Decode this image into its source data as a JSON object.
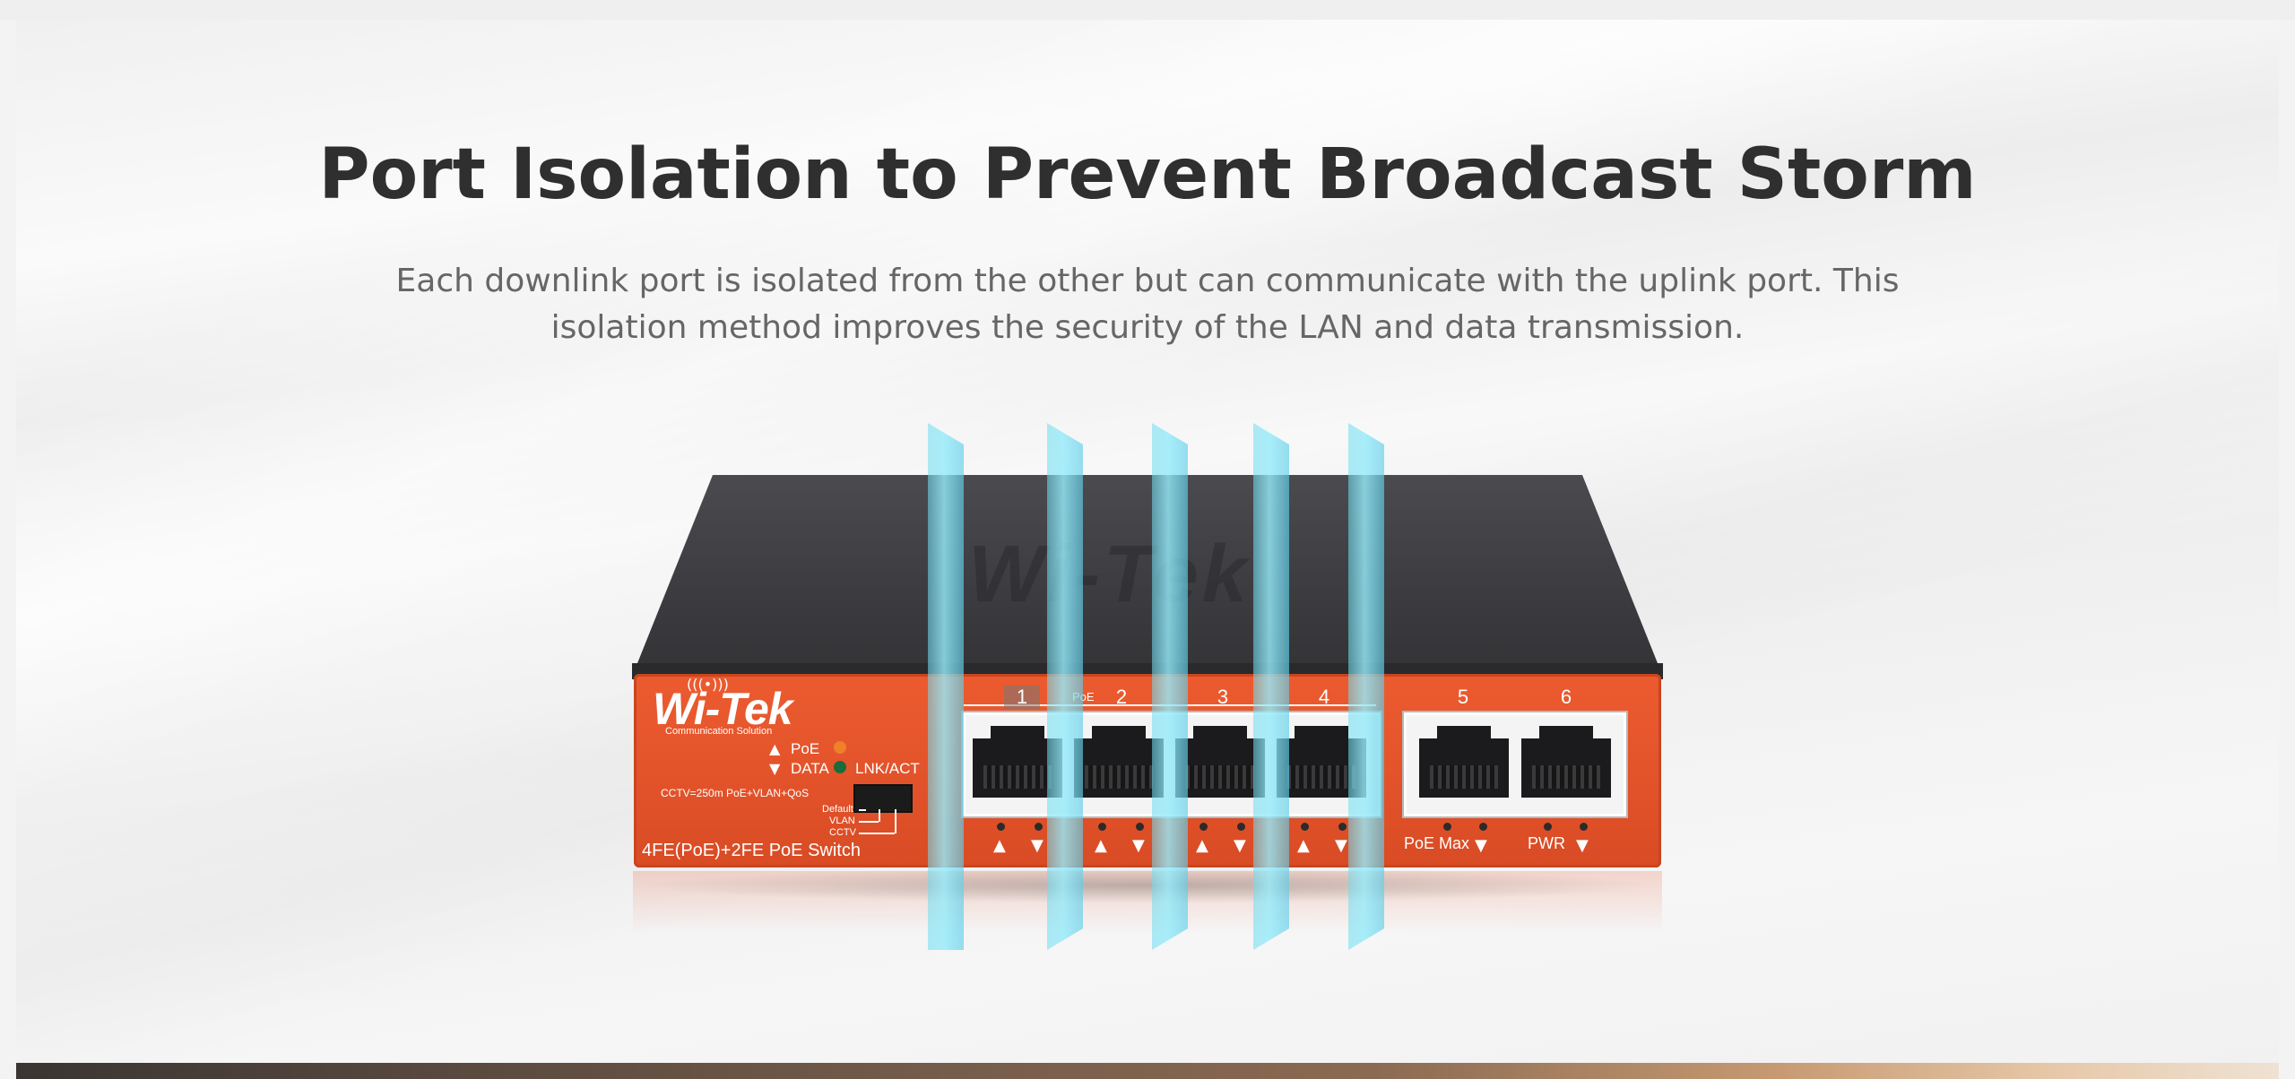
{
  "hero": {
    "title": "Port Isolation to Prevent Broadcast Storm",
    "subtitle": "Each downlink port is isolated from the other but can communicate with the uplink port. This isolation method improves the security of the LAN and data transmission."
  },
  "product": {
    "brand_logo": "Wi-Tek",
    "brand_tagline": "Communication Solution",
    "watermark": "Wi-Tek",
    "led_legend": {
      "poe": "PoE",
      "data": "DATA",
      "lnk_act": "LNK/ACT"
    },
    "cctv_label": "CCTV=250m PoE+VLAN+QoS",
    "dip_modes": [
      "Default",
      "VLAN",
      "CCTV"
    ],
    "model_label": "4FE(PoE)+2FE PoE Switch",
    "poe_badge": "PoE",
    "ports": [
      "1",
      "2",
      "3",
      "4",
      "5",
      "6"
    ],
    "poe_max_label": "PoE Max",
    "pwr_label": "PWR",
    "colors": {
      "front_panel": "#e2522a",
      "chassis": "#3d3d41",
      "led_poe": "#f0802a",
      "led_link": "#1c6b3a",
      "isolation_panel": "#7fdcf0"
    }
  }
}
